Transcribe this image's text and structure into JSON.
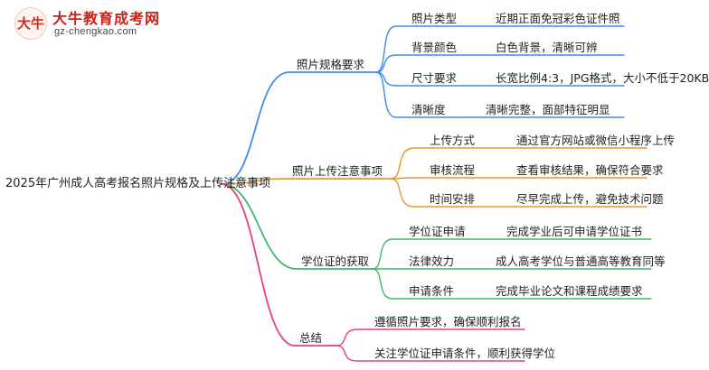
{
  "logo": {
    "mark": "大牛",
    "title": "大牛教育成考网",
    "url": "gz-chengkao.com"
  },
  "mindmap": {
    "root": "2025年广州成人高考报名照片规格及上传注意事项",
    "branches": [
      {
        "label": "照片规格要求",
        "color": "#3d8ee8",
        "items": [
          {
            "key": "照片类型",
            "value": "近期正面免冠彩色证件照"
          },
          {
            "key": "背景颜色",
            "value": "白色背景，清晰可辨"
          },
          {
            "key": "尺寸要求",
            "value": "长宽比例4:3，JPG格式，大小不低于20KB"
          },
          {
            "key": "清晰度",
            "value": "清晰完整，面部特征明显"
          }
        ]
      },
      {
        "label": "照片上传注意事项",
        "color": "#e39a2d",
        "items": [
          {
            "key": "上传方式",
            "value": "通过官方网站或微信小程序上传"
          },
          {
            "key": "审核流程",
            "value": "查看审核结果，确保符合要求"
          },
          {
            "key": "时间安排",
            "value": "尽早完成上传，避免技术问题"
          }
        ]
      },
      {
        "label": "学位证的获取",
        "color": "#3dbb6a",
        "items": [
          {
            "key": "学位证申请",
            "value": "完成学业后可申请学位证书"
          },
          {
            "key": "法律效力",
            "value": "成人高考学位与普通高等教育同等"
          },
          {
            "key": "申请条件",
            "value": "完成毕业论文和课程成绩要求"
          }
        ]
      },
      {
        "label": "总结",
        "color": "#e8407a",
        "items": [
          {
            "value": "遵循照片要求，确保顺利报名"
          },
          {
            "value": "关注学位证申请条件，顺利获得学位"
          }
        ]
      }
    ]
  }
}
